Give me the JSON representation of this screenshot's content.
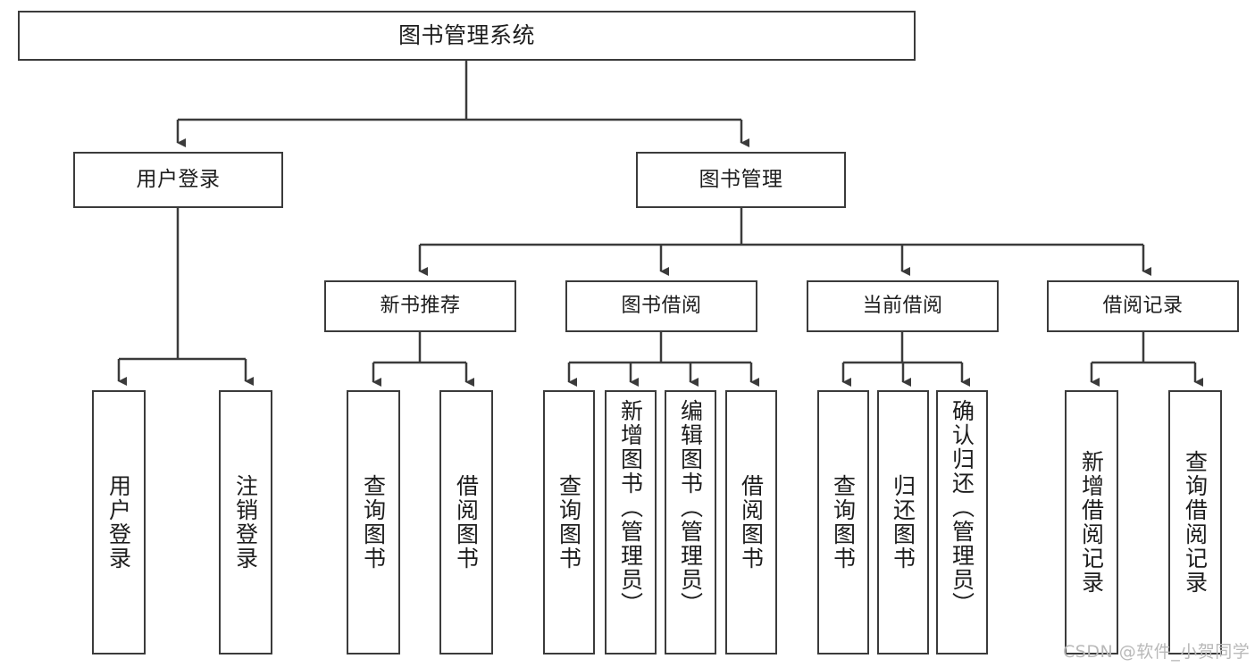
{
  "diagram": {
    "type": "tree-hierarchy-chart",
    "title": "图书管理系统",
    "colors": {
      "box_border": "#3b3b3b",
      "box_fill": "#ffffff",
      "connector": "#3b3b3b",
      "text": "#1d1d1d",
      "watermark": "#b9b9b9",
      "background": "#ffffff"
    },
    "root": {
      "label": "图书管理系统"
    },
    "level1": [
      {
        "id": "user-login",
        "label": "用户登录"
      },
      {
        "id": "book-manage",
        "label": "图书管理"
      }
    ],
    "level2": [
      {
        "id": "new-book-recommend",
        "label": "新书推荐",
        "parent": "book-manage"
      },
      {
        "id": "book-borrow",
        "label": "图书借阅",
        "parent": "book-manage"
      },
      {
        "id": "current-borrow",
        "label": "当前借阅",
        "parent": "book-manage"
      },
      {
        "id": "borrow-record",
        "label": "借阅记录",
        "parent": "book-manage"
      }
    ],
    "leaves": {
      "user-login": [
        {
          "id": "leaf-user-login",
          "label": "用户登录"
        },
        {
          "id": "leaf-logout-login",
          "label": "注销登录"
        }
      ],
      "new-book-recommend": [
        {
          "id": "leaf-query-book-1",
          "label": "查询图书"
        },
        {
          "id": "leaf-borrow-book-1",
          "label": "借阅图书"
        }
      ],
      "book-borrow": [
        {
          "id": "leaf-query-book-2",
          "label": "查询图书"
        },
        {
          "id": "leaf-add-book",
          "label": "新增图书（管理员）"
        },
        {
          "id": "leaf-edit-book",
          "label": "编辑图书（管理员）"
        },
        {
          "id": "leaf-borrow-book-2",
          "label": "借阅图书"
        }
      ],
      "current-borrow": [
        {
          "id": "leaf-query-book-3",
          "label": "查询图书"
        },
        {
          "id": "leaf-return-book",
          "label": "归还图书"
        },
        {
          "id": "leaf-confirm-return",
          "label": "确认归还（管理员）"
        }
      ],
      "borrow-record": [
        {
          "id": "leaf-add-record",
          "label": "新增借阅记录"
        },
        {
          "id": "leaf-query-record",
          "label": "查询借阅记录"
        }
      ]
    }
  },
  "watermark": {
    "text": "CSDN @软件_小贺同学"
  }
}
